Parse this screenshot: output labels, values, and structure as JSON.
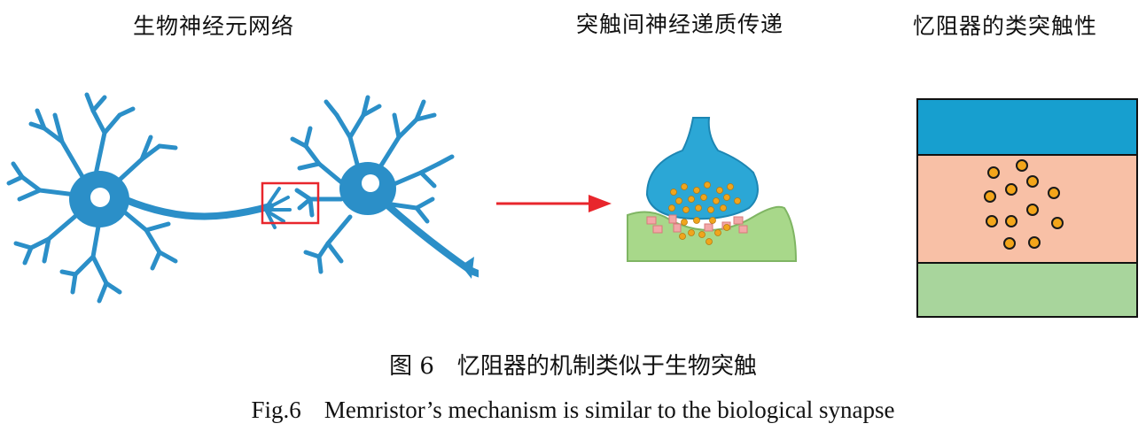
{
  "labels": {
    "neural_network": "生物神经元网络",
    "synaptic_transmission": "突触间神经递质传递",
    "memristor_synapse": "忆阻器的类突触性"
  },
  "caption": {
    "cn_number": "图 6",
    "cn_text": "忆阻器的机制类似于生物突触",
    "en_number": "Fig.6",
    "en_text": "Memristor’s mechanism is similar to the biological synapse"
  },
  "colors": {
    "neuron": "#2b8fc8",
    "highlight_box": "#e8262c",
    "arrow": "#e8262c",
    "presynaptic": "#2ba7d6",
    "postsynaptic": "#a8d88a",
    "vesicle": "#f0a51c",
    "receptor": "#f2a7a7",
    "memristor_top": "#179fcf",
    "memristor_middle": "#f8c0a6",
    "memristor_bottom": "#a8d59c",
    "ion": "#f3a51a"
  }
}
